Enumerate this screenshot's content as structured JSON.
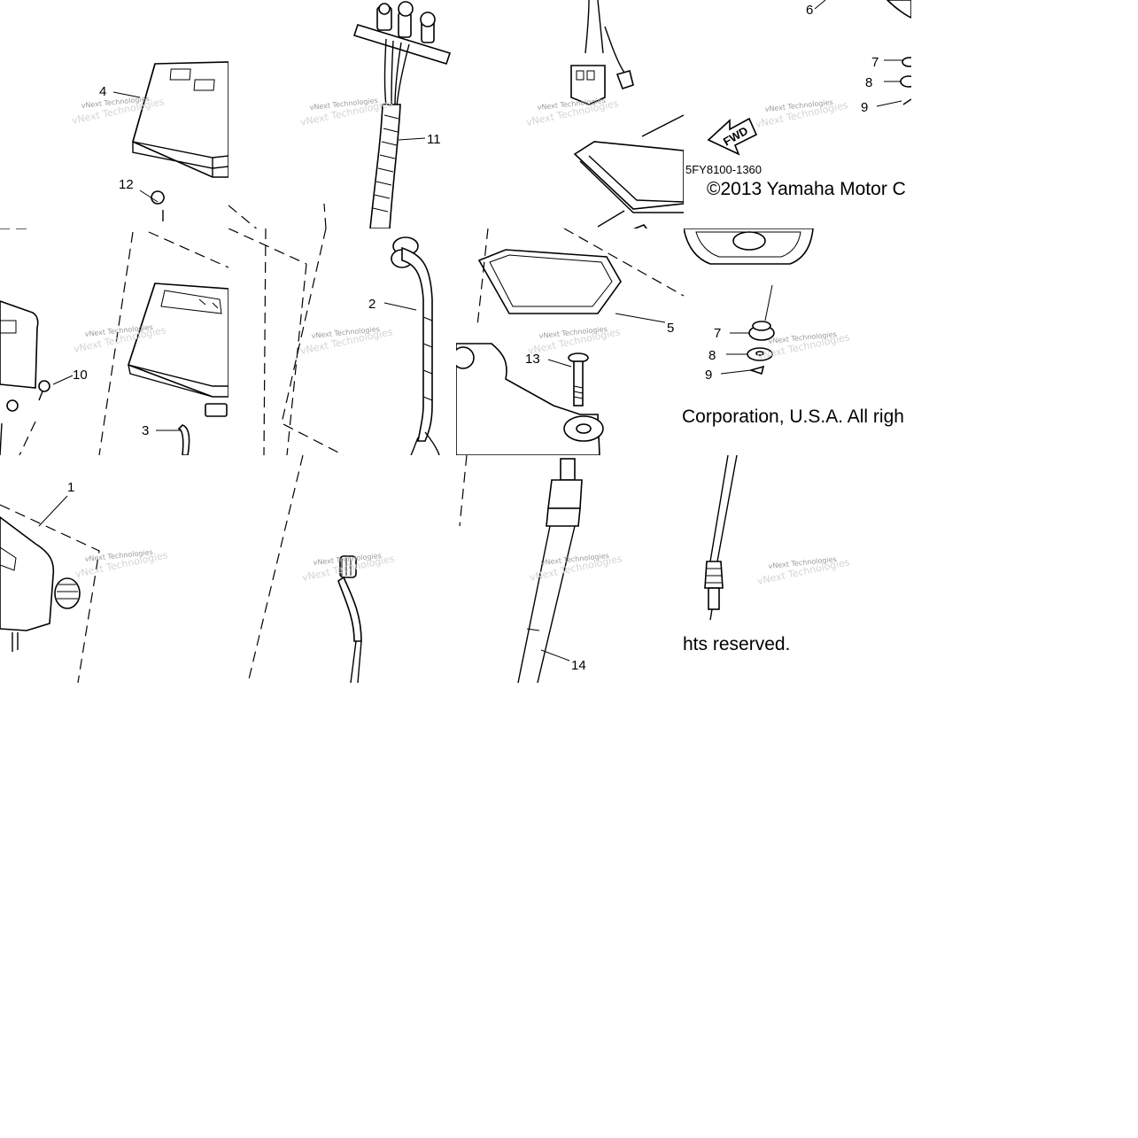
{
  "diagram": {
    "callouts": {
      "c1": "1",
      "c2": "2",
      "c3": "3",
      "c4": "4",
      "c5": "5",
      "c6": "6",
      "c7a": "7",
      "c7b": "7",
      "c8a": "8",
      "c8b": "8",
      "c9a": "9",
      "c9b": "9",
      "c10": "10",
      "c11": "11",
      "c12": "12",
      "c13": "13",
      "c14": "14"
    },
    "fwd_label": "FWD",
    "diagram_code": "5FY8100-1360",
    "watermark": "vNext Technologies",
    "copyright": {
      "line1": "©2013 Yamaha Motor C",
      "line2": "Corporation, U.S.A. All righ",
      "line3": "hts reserved."
    }
  }
}
